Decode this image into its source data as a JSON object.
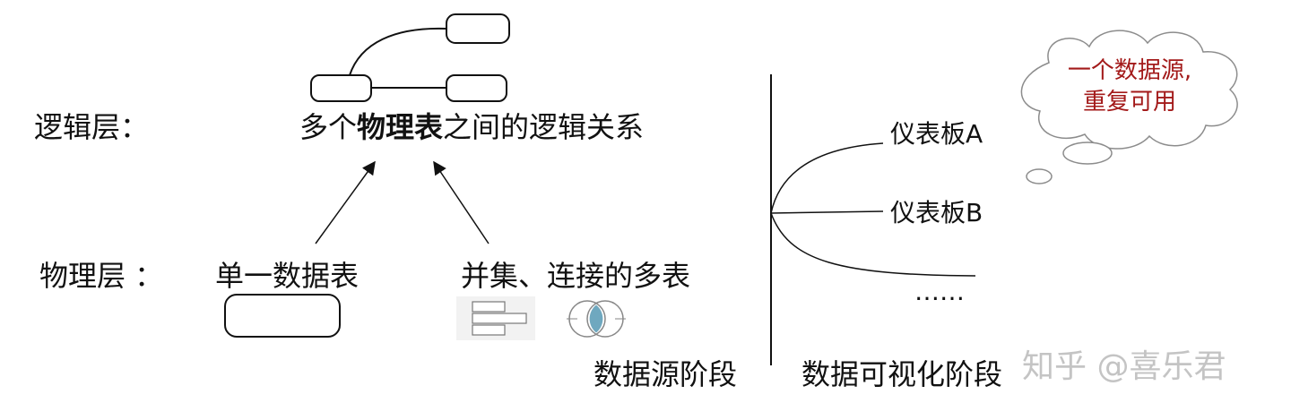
{
  "logical_layer": {
    "label": "逻辑层：",
    "heading_parts": [
      "多个",
      "物理表",
      "之间的逻辑关系"
    ]
  },
  "physical_layer": {
    "label": "物理层 ：",
    "single_table": "单一数据表",
    "multi_table": "并集、连接的多表"
  },
  "stages": {
    "data_source": "数据源阶段",
    "visualization": "数据可视化阶段"
  },
  "dashboards": [
    "仪表板A",
    "仪表板B",
    "……"
  ],
  "cloud": {
    "line1": "一个数据源,",
    "line2": "重复可用"
  },
  "watermark": "知乎 @喜乐君",
  "colors": {
    "cloud_text": "#a31a1a",
    "venn_fill": "#6fa8bf",
    "stroke": "#111111"
  }
}
